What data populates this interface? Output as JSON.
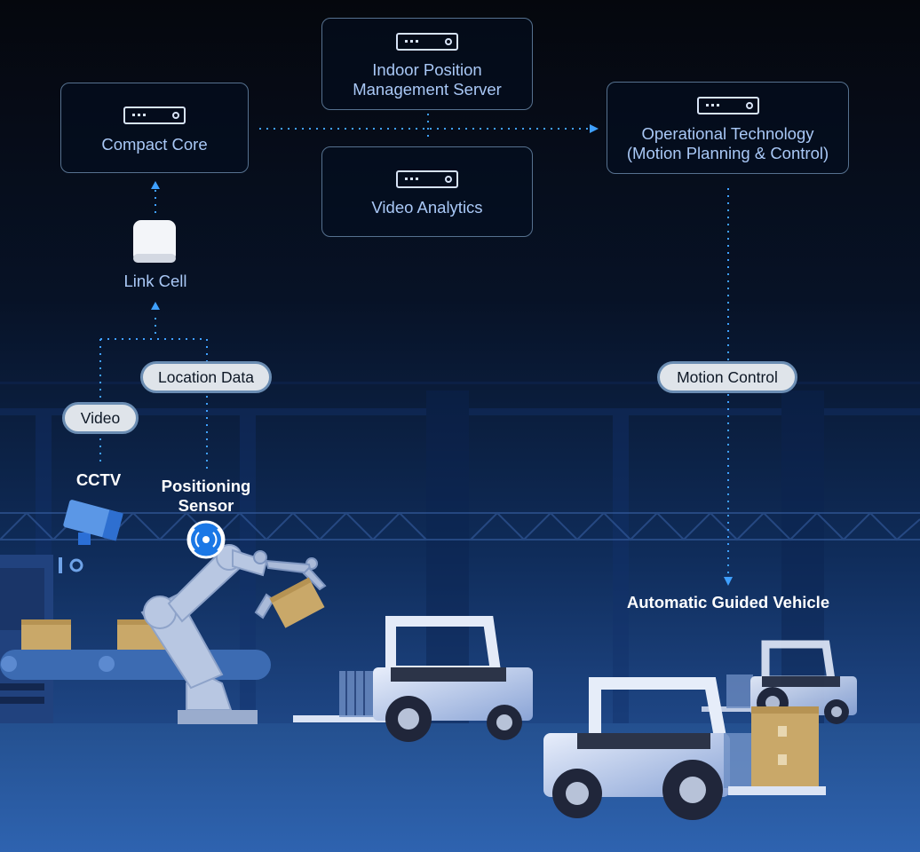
{
  "nodes": {
    "compact_core": "Compact Core",
    "indoor_position_server": "Indoor Position\nManagement Server",
    "video_analytics": "Video Analytics",
    "operational_technology": "Operational Technology\n(Motion Planning & Control)",
    "link_cell": "Link Cell"
  },
  "edges": {
    "video": "Video",
    "location_data": "Location Data",
    "motion_control": "Motion Control"
  },
  "devices": {
    "cctv": "CCTV",
    "positioning_sensor": "Positioning\nSensor",
    "agv": "Automatic Guided Vehicle"
  },
  "colors": {
    "accent": "#3fa0ff",
    "box_border": "#56718f",
    "node_text": "#a9c8f6",
    "pill_bg": "#dfe4ea",
    "pill_border": "#6b8db3"
  }
}
